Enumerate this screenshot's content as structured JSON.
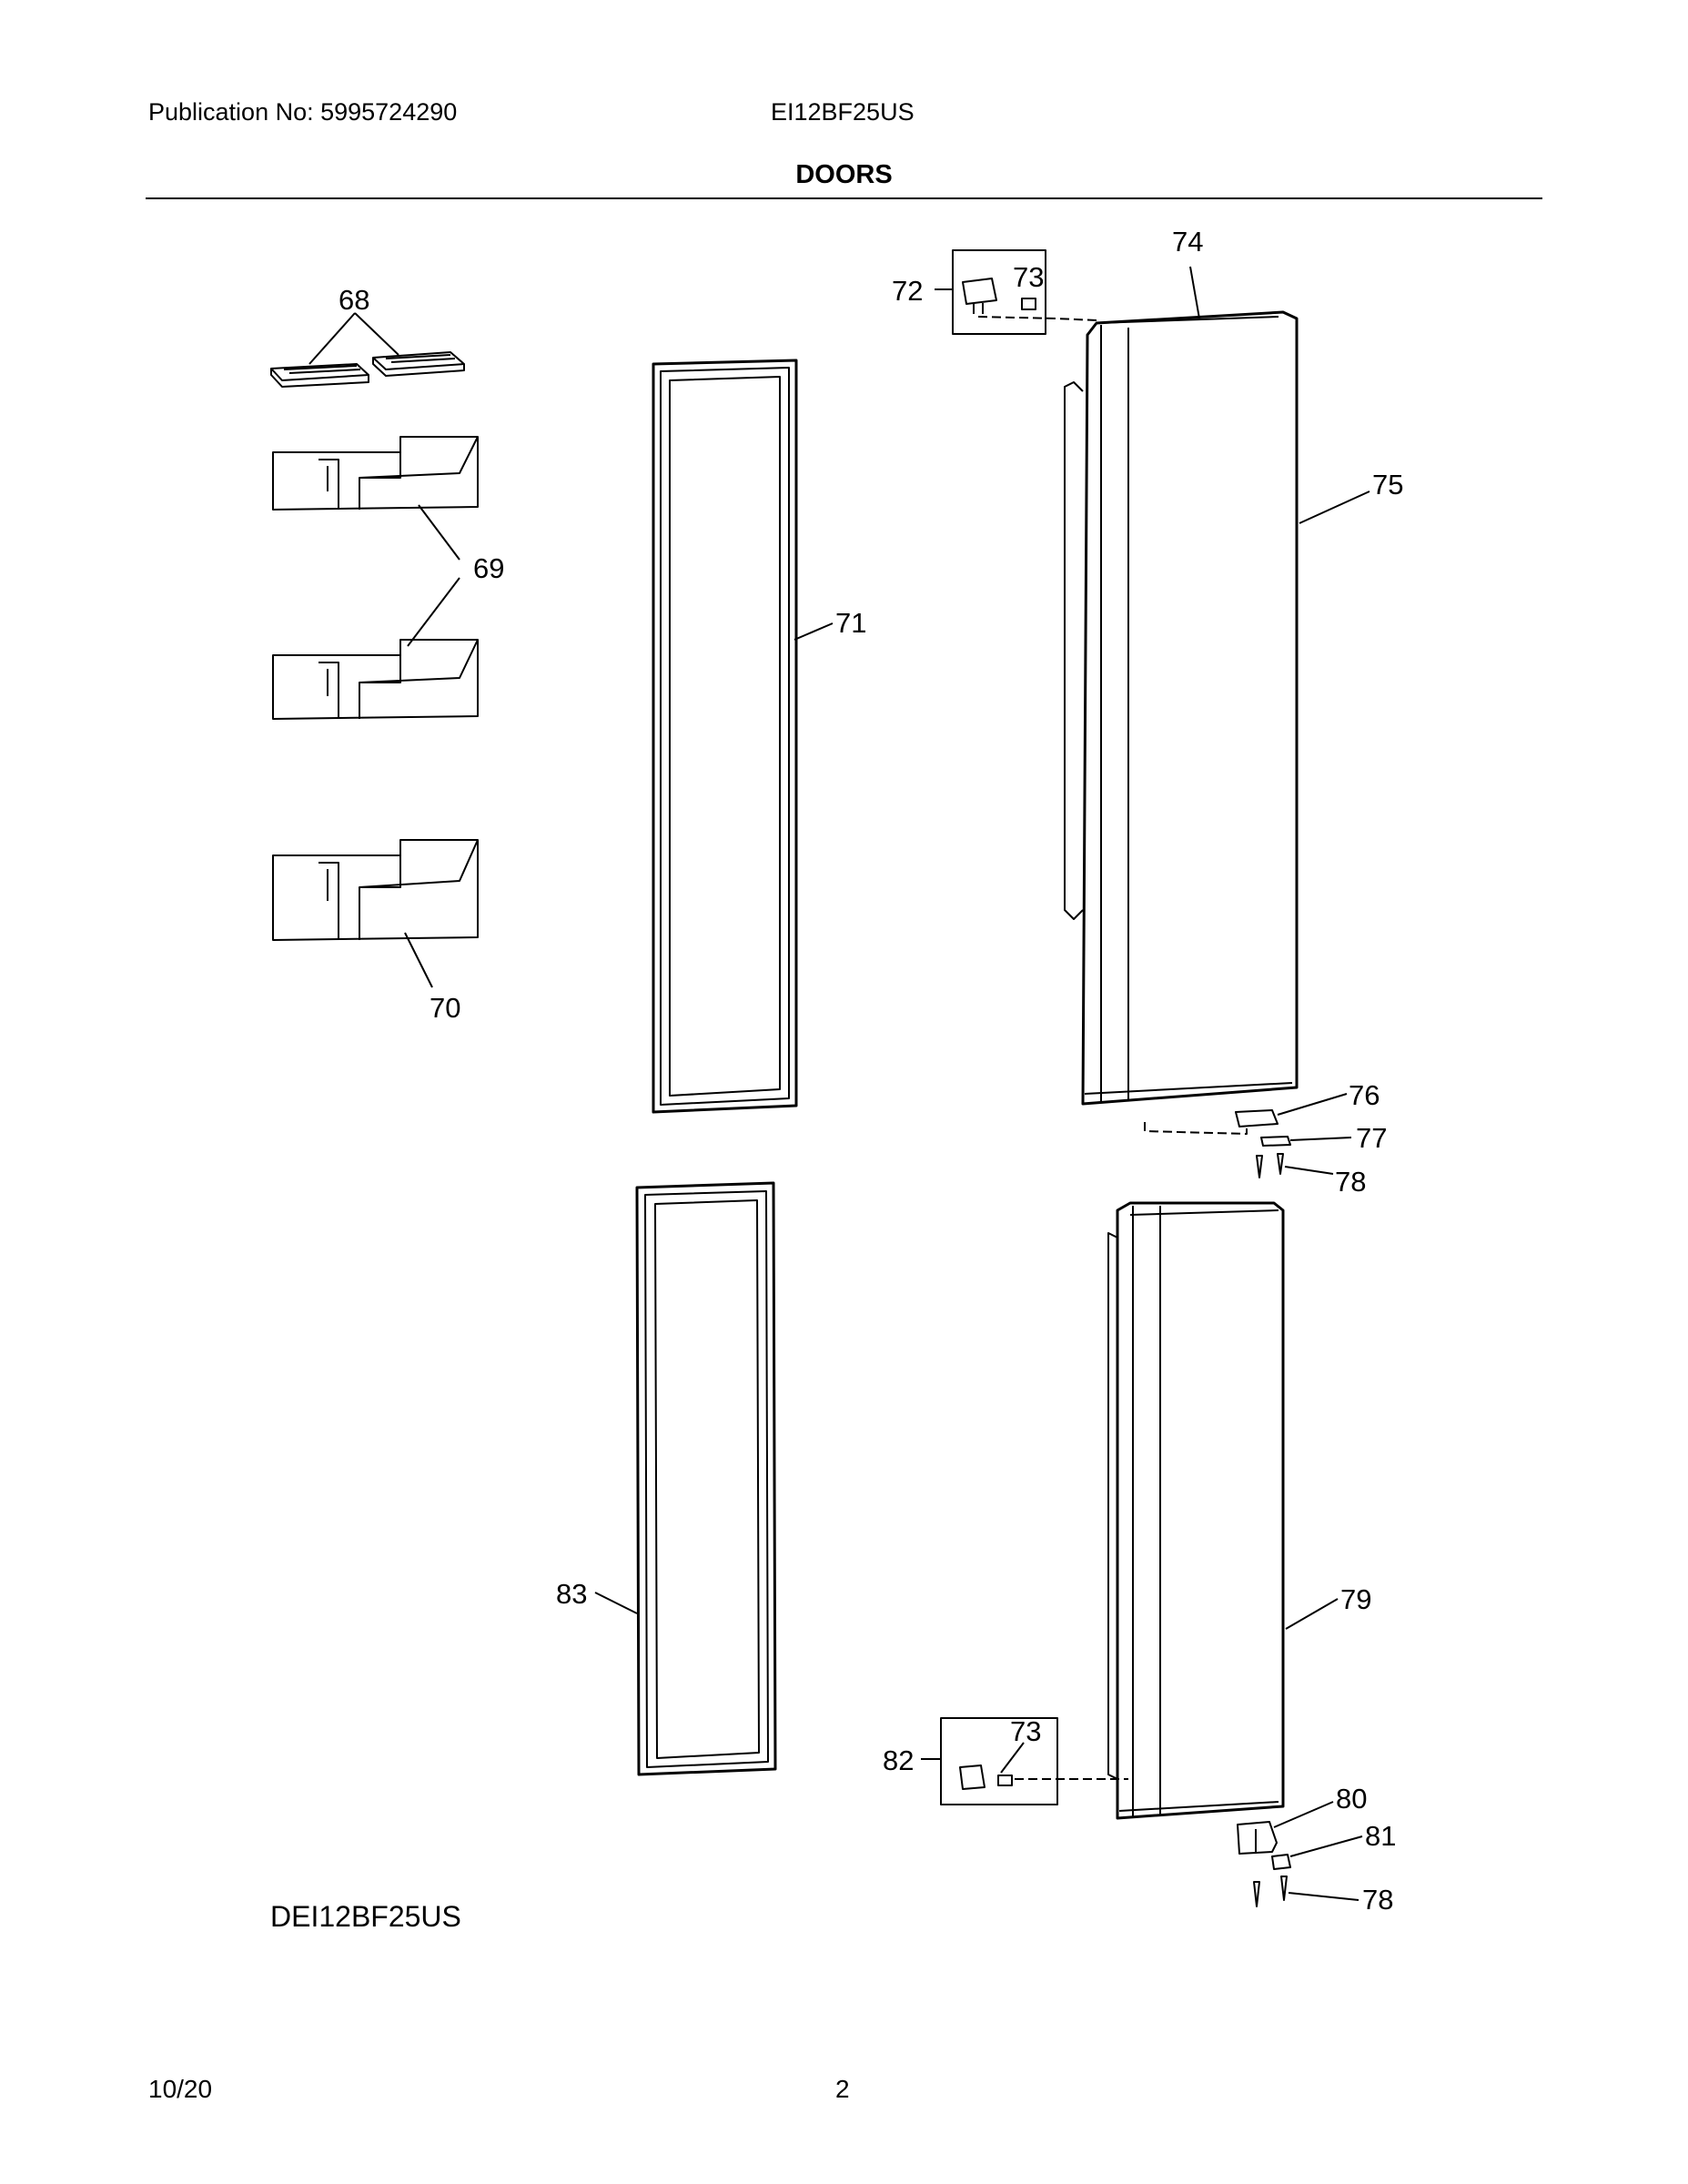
{
  "header": {
    "publication": "Publication No: 5995724290",
    "model": "EI12BF25US",
    "section_title": "DOORS"
  },
  "callouts": {
    "c68": "68",
    "c69": "69",
    "c70": "70",
    "c71": "71",
    "c72": "72",
    "c73a": "73",
    "c73b": "73",
    "c74": "74",
    "c75": "75",
    "c76": "76",
    "c77": "77",
    "c78a": "78",
    "c78b": "78",
    "c79": "79",
    "c80": "80",
    "c81": "81",
    "c82": "82",
    "c83": "83"
  },
  "footer": {
    "diagram_code": "DEI12BF25US",
    "date": "10/20",
    "page": "2"
  }
}
